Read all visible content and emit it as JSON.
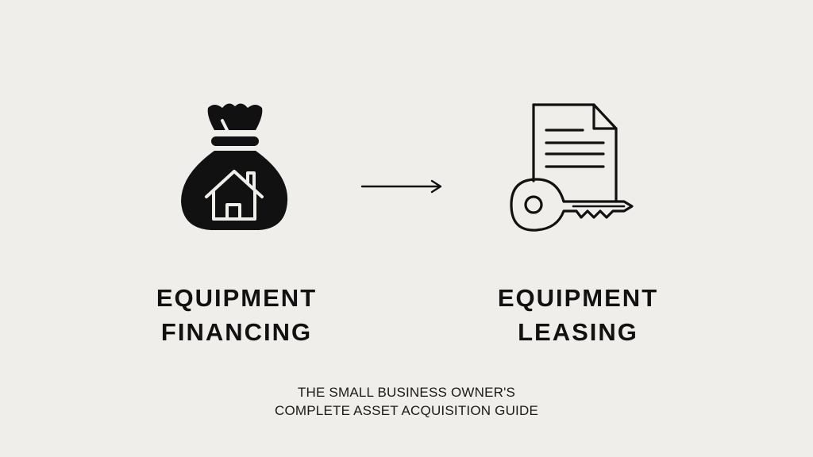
{
  "colors": {
    "background": "#efeeea",
    "ink": "#111111"
  },
  "diagram": {
    "left": {
      "icon": "money-bag-with-house-icon",
      "label_line1": "EQUIPMENT",
      "label_line2": "FINANCING"
    },
    "connector": {
      "icon": "arrow-right-icon"
    },
    "right": {
      "icon": "document-with-key-icon",
      "label_line1": "EQUIPMENT",
      "label_line2": "LEASING"
    },
    "subtitle_line1": "THE SMALL BUSINESS OWNER'S",
    "subtitle_line2": "COMPLETE ASSET ACQUISITION GUIDE"
  }
}
